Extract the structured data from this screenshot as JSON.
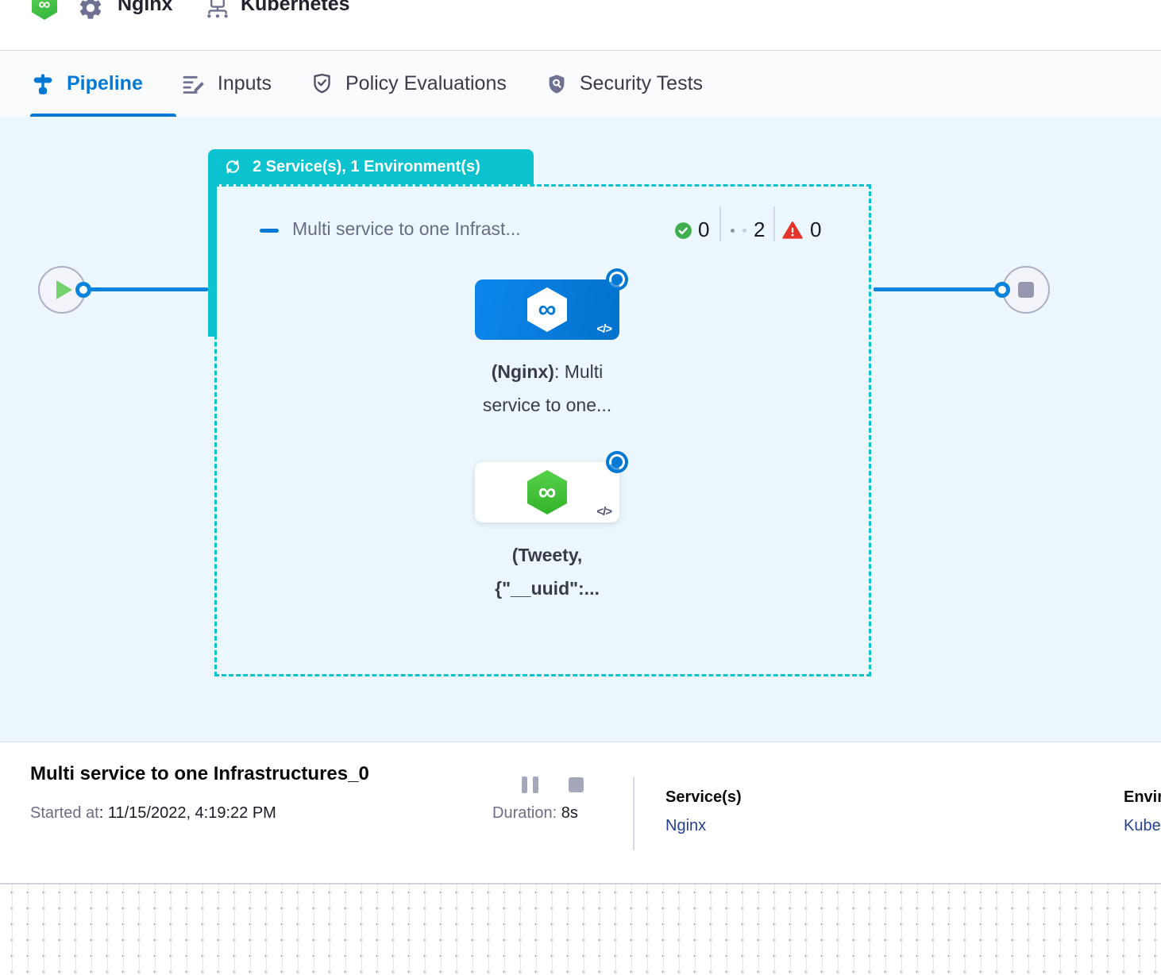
{
  "header": {
    "app_icon": "harness-service-hexagon",
    "service_name": "Nginx",
    "environment_name": "Kubernetes"
  },
  "tabs": [
    {
      "label": "Pipeline",
      "icon": "pipeline-icon",
      "active": true
    },
    {
      "label": "Inputs",
      "icon": "inputs-icon",
      "active": false
    },
    {
      "label": "Policy Evaluations",
      "icon": "policy-shield-icon",
      "active": false
    },
    {
      "label": "Security Tests",
      "icon": "security-shield-icon",
      "active": false
    }
  ],
  "graph": {
    "stage_badge_label": "2 Service(s), 1 Environment(s)",
    "stage_title": "Multi service to one Infrast...",
    "counts": {
      "success": "0",
      "pending": "2",
      "failed": "0"
    },
    "nodes": [
      {
        "title_bold": "(Nginx)",
        "title_rest": ": Multi",
        "subtitle": "service to one...",
        "code_label": "</>"
      },
      {
        "title_bold": "(Tweety,",
        "title_rest": "",
        "subtitle": "{\"__uuid\":...",
        "code_label": "</>"
      }
    ]
  },
  "footer": {
    "title": "Multi service to one Infrastructures_0",
    "started_label": "Started at",
    "started_value": ": 11/15/2022, 4:19:22 PM",
    "duration_label": "Duration:",
    "duration_value": "8s",
    "services_label": "Service(s)",
    "services_value": "Nginx",
    "environment_label": "Environment(s)",
    "environment_value": "Kubernetes"
  },
  "colors": {
    "teal": "#0BC3CE",
    "primary_blue": "#0278D5",
    "success_green": "#3EAE4F",
    "error_red": "#E6332A",
    "canvas_bg": "#EBF7FC",
    "link_navy": "#25408F"
  }
}
